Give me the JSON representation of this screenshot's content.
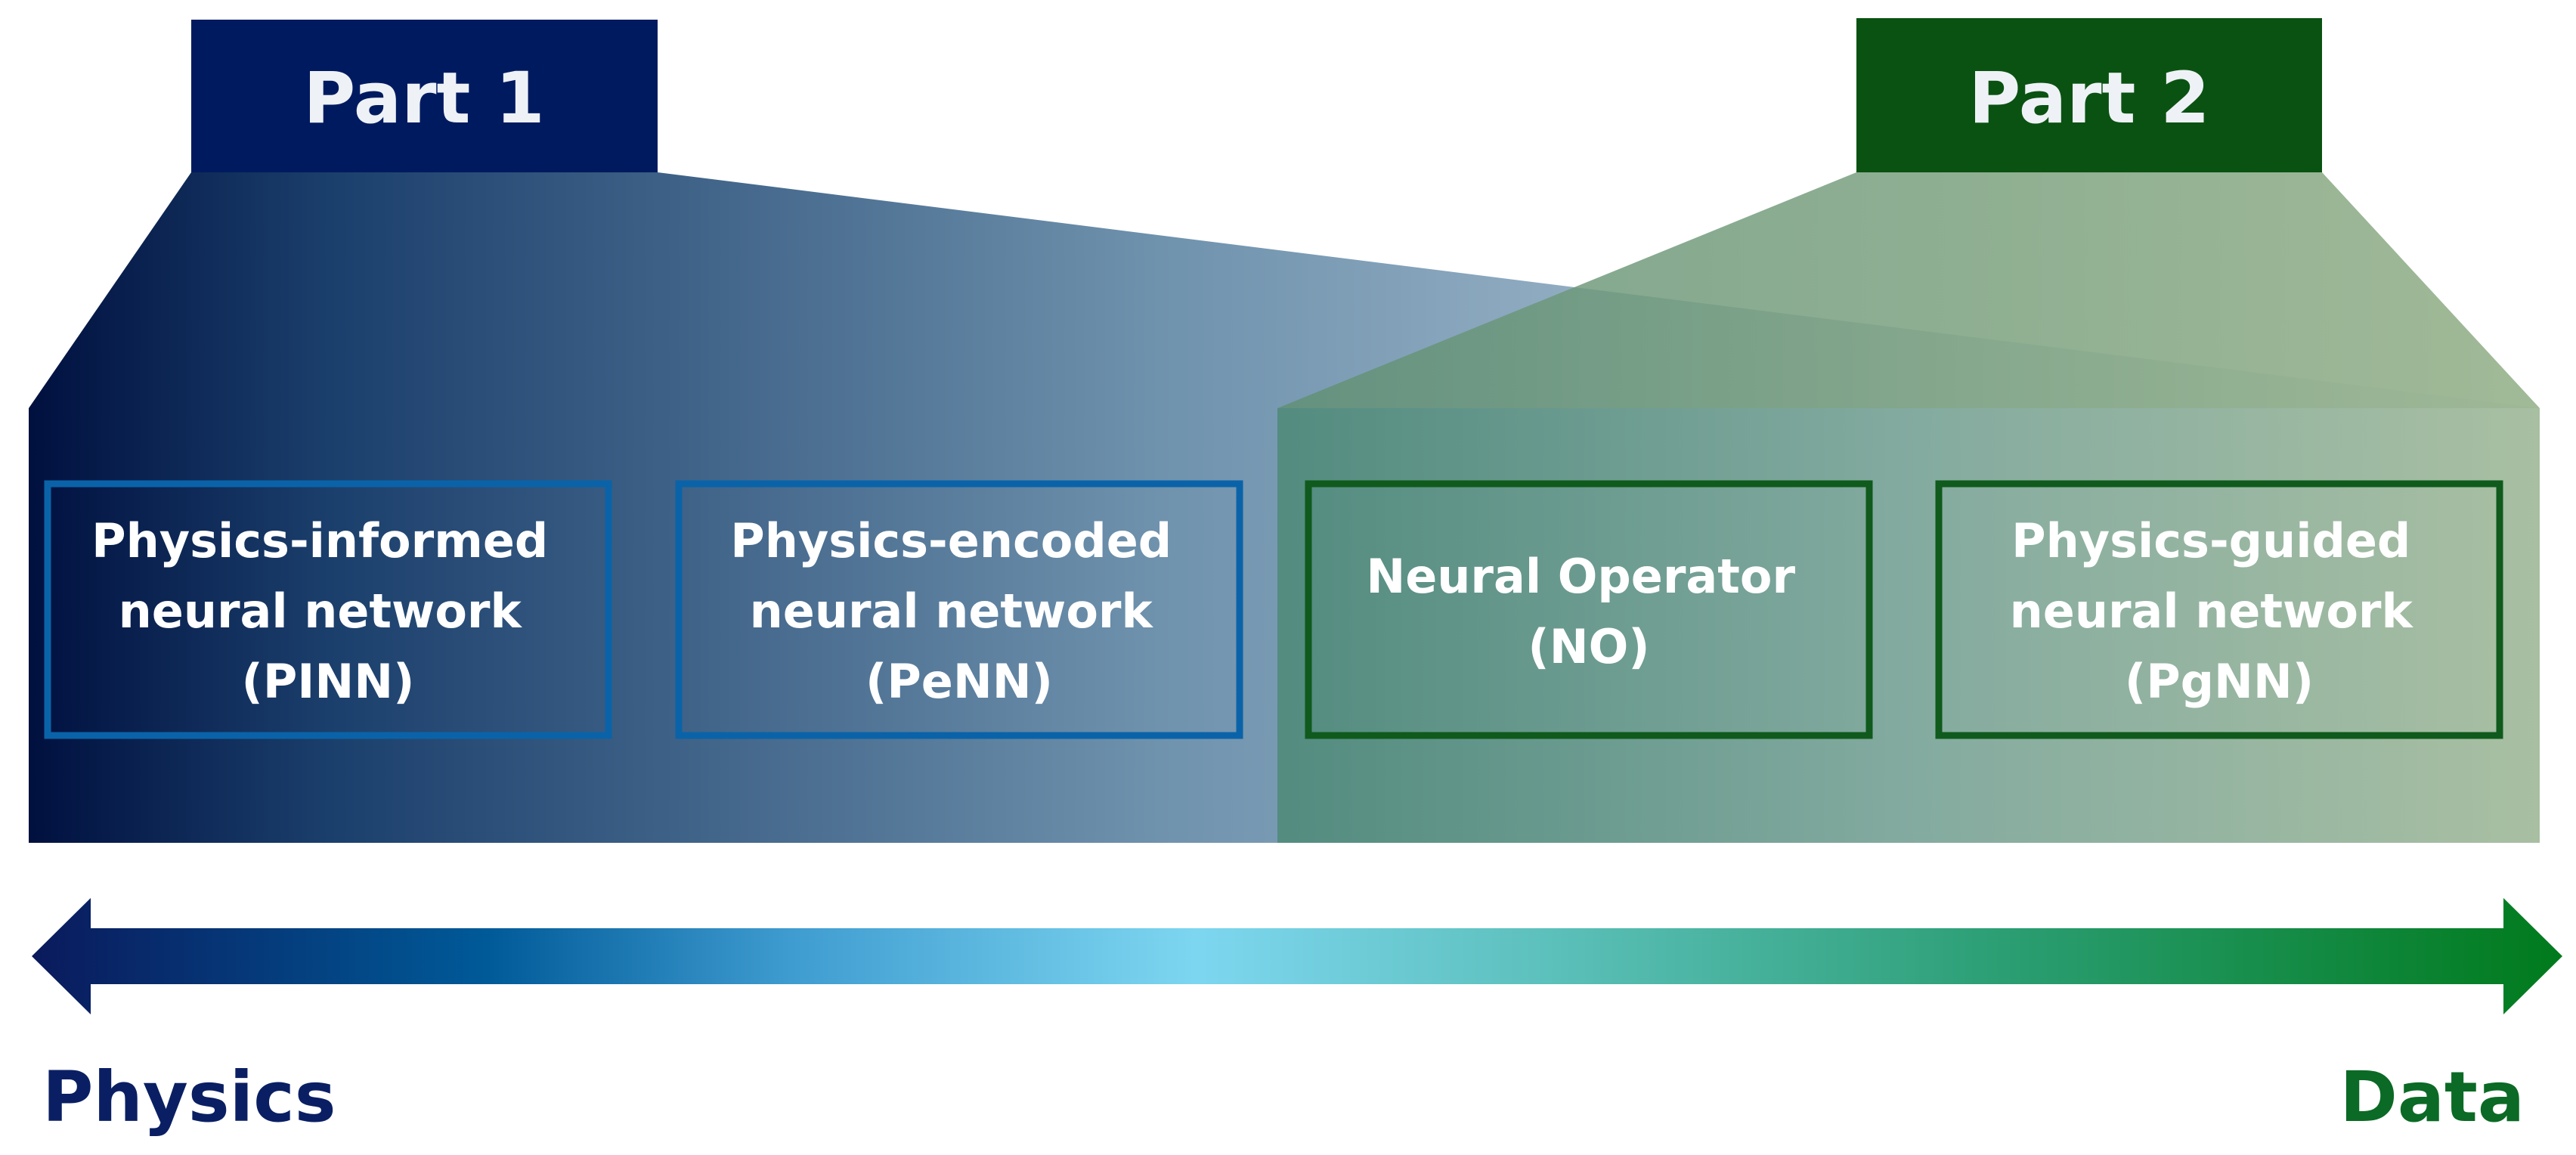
{
  "parts": [
    {
      "label": "Part 1",
      "color": "#001a60"
    },
    {
      "label": "Part 2",
      "color": "#0a5212"
    }
  ],
  "boxes": [
    {
      "lines": [
        "Physics-informed",
        "neural network",
        "(PINN)"
      ],
      "border_color": "#0a63a8"
    },
    {
      "lines": [
        "Physics-encoded",
        "neural network",
        "(PeNN)"
      ],
      "border_color": "#0a63a8"
    },
    {
      "lines": [
        "Neural Operator",
        "(NO)"
      ],
      "border_color": "#0f5a1c"
    },
    {
      "lines": [
        "Physics-guided",
        "neural network",
        "(PgNN)"
      ],
      "border_color": "#0f5a1c"
    }
  ],
  "axis": {
    "left_label": "Physics",
    "right_label": "Data",
    "left_color": "#0a1f63",
    "right_color": "#0b6a25"
  }
}
